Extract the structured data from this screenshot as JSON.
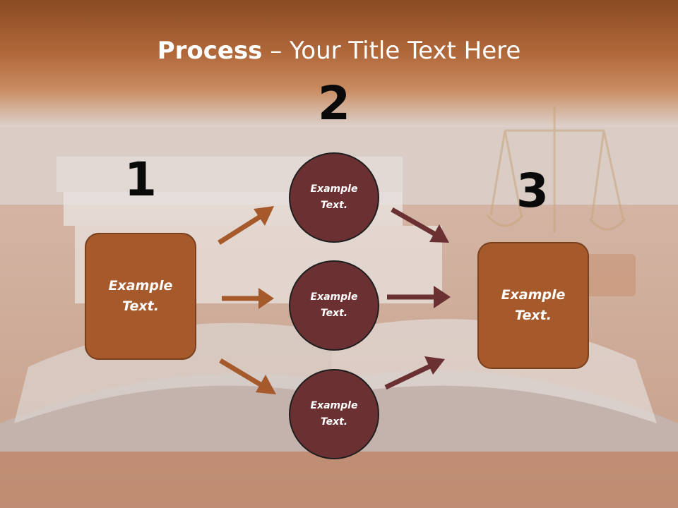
{
  "title": {
    "bold": "Process",
    "rest": " – Your Title Text Here"
  },
  "steps": {
    "one": "1",
    "two": "2",
    "three": "3"
  },
  "left_box": {
    "text": "Example\nText."
  },
  "right_box": {
    "text": "Example\nText."
  },
  "circles": [
    {
      "text": "Example\nText."
    },
    {
      "text": "Example\nText."
    },
    {
      "text": "Example\nText."
    }
  ],
  "colors": {
    "box_fill": "#a65a2c",
    "circle_fill": "#6b3132",
    "arrow_left": "#a65a2c",
    "arrow_right": "#6b3132",
    "header": "#9a5026"
  }
}
